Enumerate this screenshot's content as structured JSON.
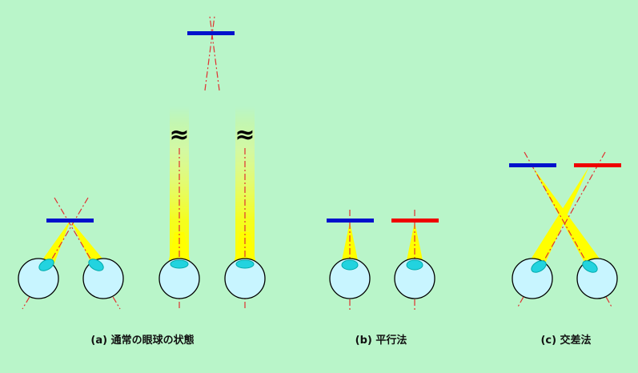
{
  "colors": {
    "background": "#b9f5c9",
    "left_view_bar": "#0011cc",
    "right_view_bar": "#ee0000",
    "light_beam": "#ffff00",
    "sight_line": "#e03030",
    "eyeball_fill": "#c8f5ff",
    "lens": "#22d3df"
  },
  "icons": {
    "approx": "≈"
  },
  "captions": {
    "a": "(a) 通常の眼球の状態",
    "b": "(b) 平行法",
    "c": "(c) 交差法"
  }
}
